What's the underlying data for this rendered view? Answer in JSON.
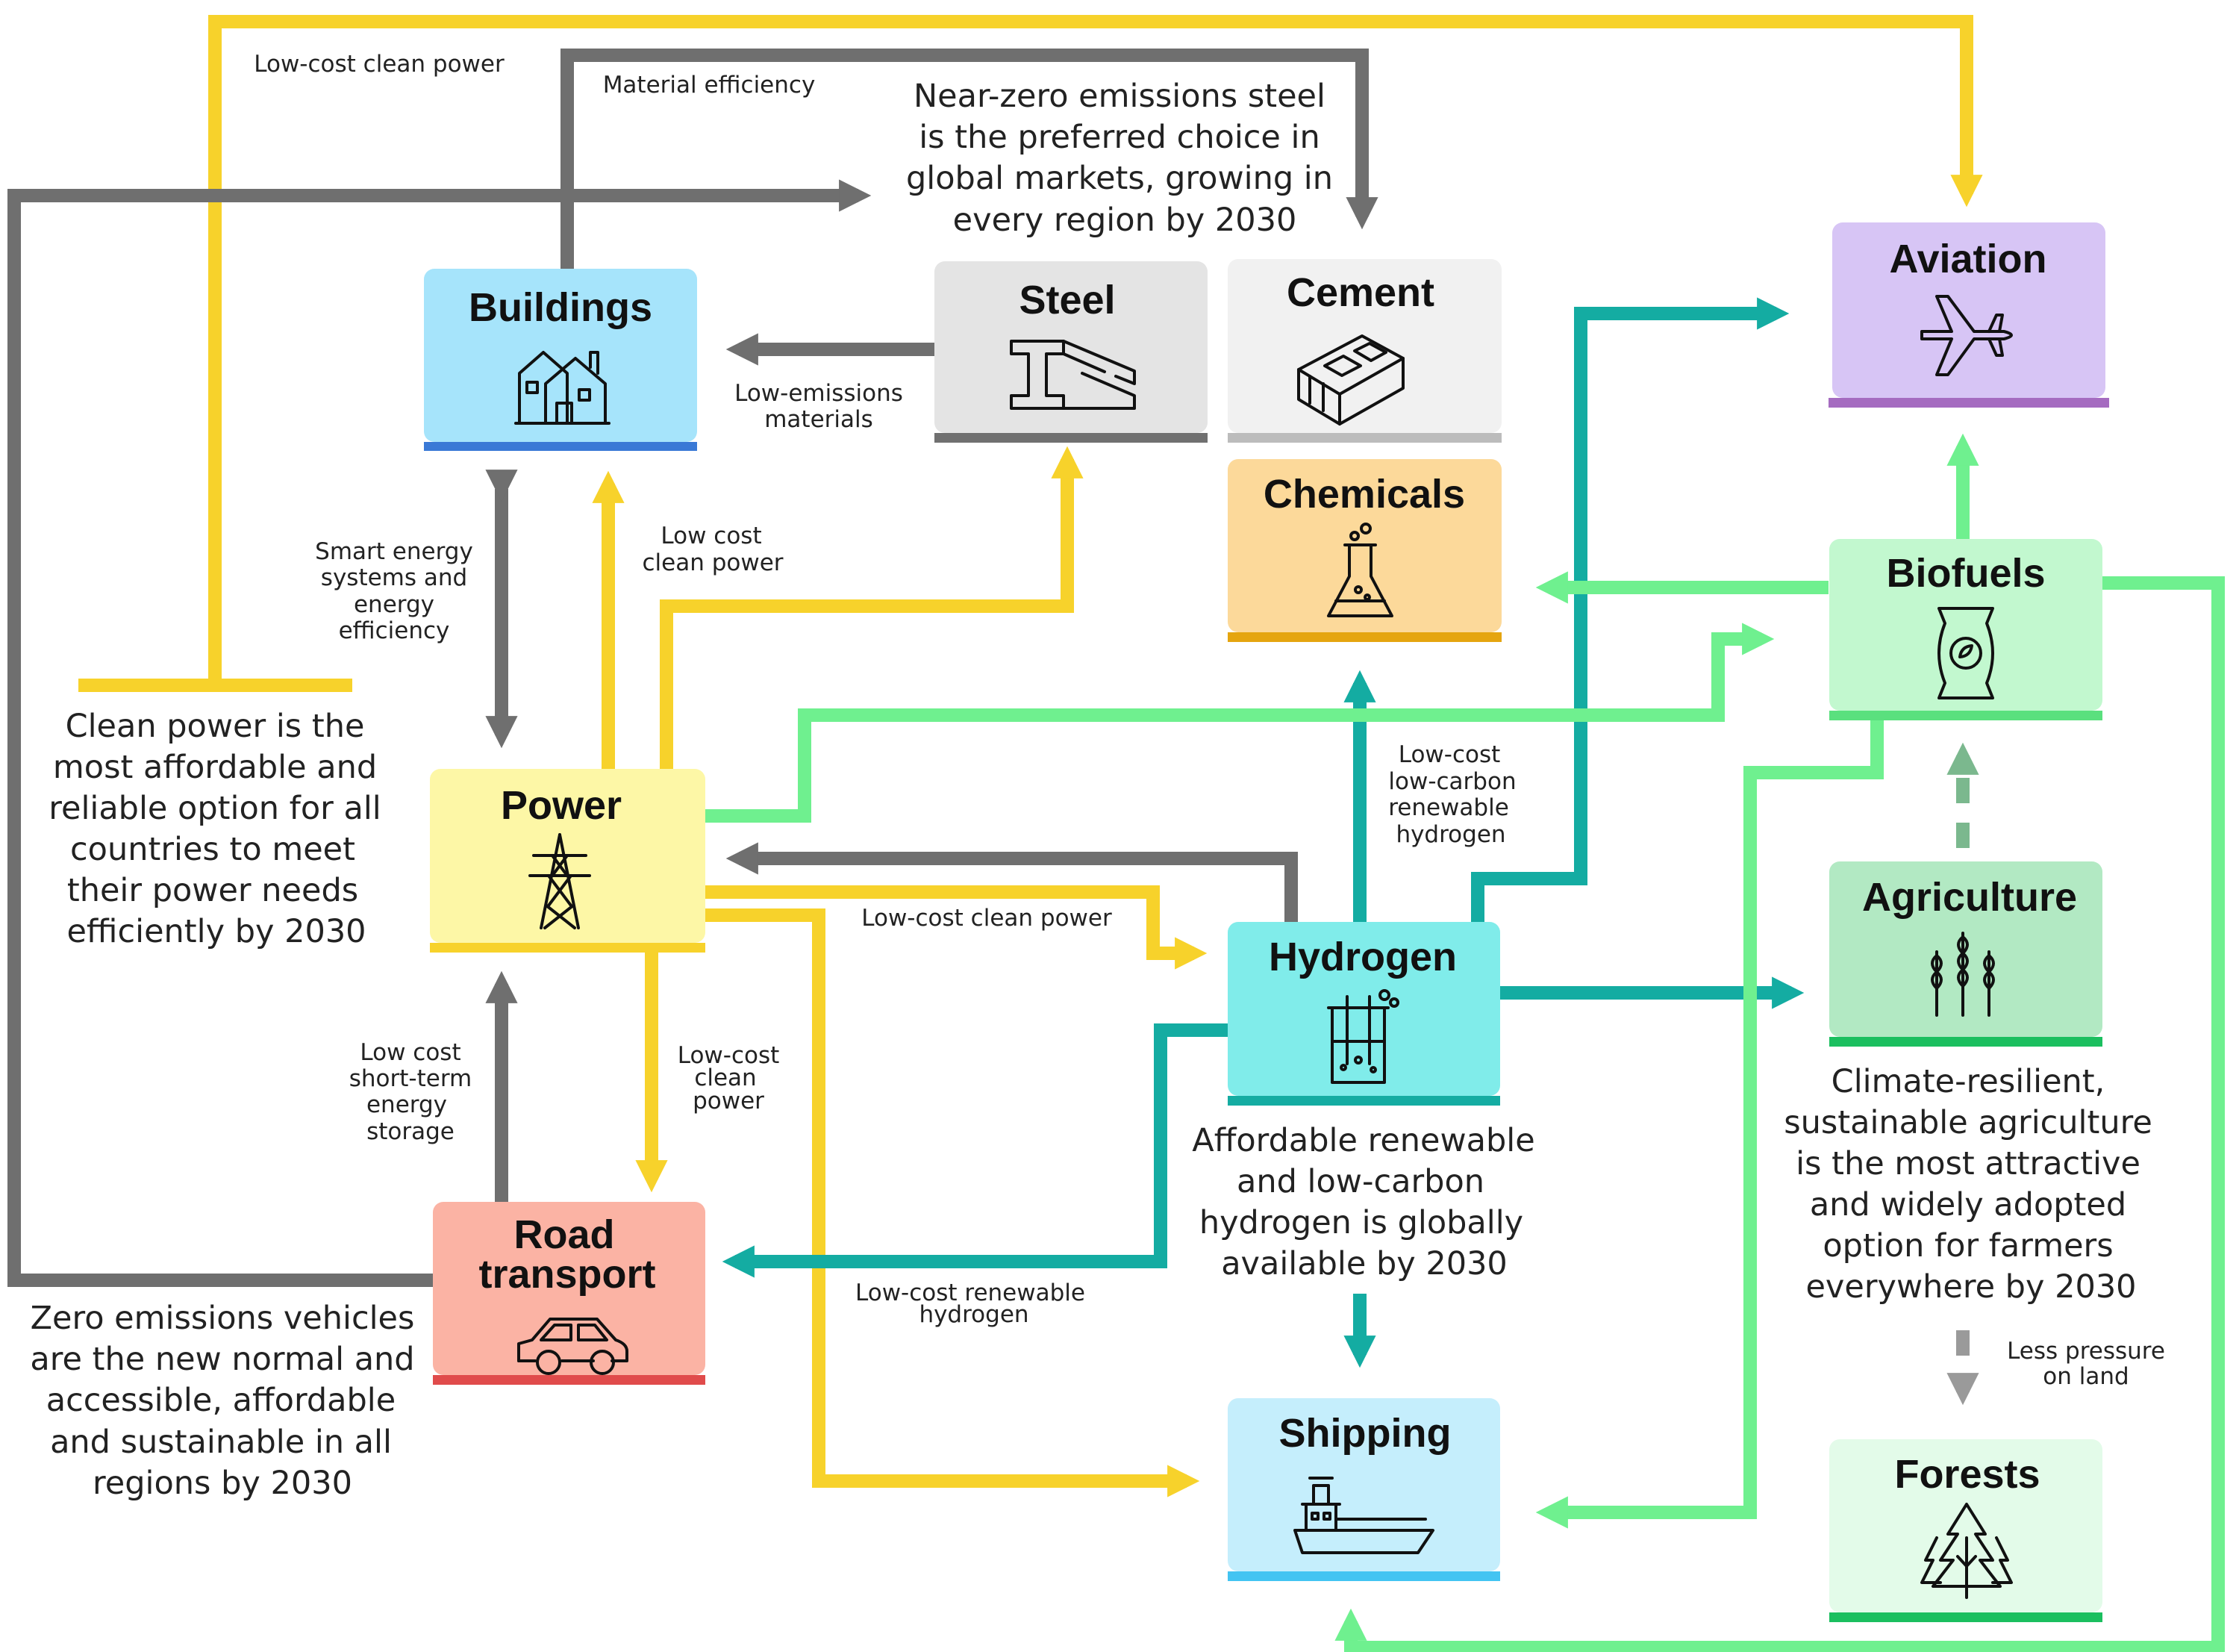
{
  "sectors": {
    "buildings": {
      "title": "Buildings",
      "icon": "houses-icon",
      "fill": "#a6e4fb",
      "bar": "#3a79d6"
    },
    "steel": {
      "title": "Steel",
      "icon": "steel-beam-icon",
      "fill": "#e4e4e4",
      "bar": "#707070"
    },
    "cement": {
      "title": "Cement",
      "icon": "cement-block-icon",
      "fill": "#f1f1f1",
      "bar": "#bcbcbc"
    },
    "chemicals": {
      "title": "Chemicals",
      "icon": "flask-icon",
      "fill": "#fcd99a",
      "bar": "#e5a50f"
    },
    "aviation": {
      "title": "Aviation",
      "icon": "airplane-icon",
      "fill": "#d7c5f5",
      "bar": "#a56bc0"
    },
    "biofuels": {
      "title": "Biofuels",
      "icon": "seed-bag-icon",
      "fill": "#c2f8cf",
      "bar": "#5ae07e"
    },
    "power": {
      "title": "Power",
      "icon": "pylon-icon",
      "fill": "#fdf7a6",
      "bar": "#f7d22b"
    },
    "hydrogen": {
      "title": "Hydrogen",
      "icon": "beaker-icon",
      "fill": "#80ecea",
      "bar": "#14aca2"
    },
    "agriculture": {
      "title": "Agriculture",
      "icon": "wheat-icon",
      "fill": "#b2e9c3",
      "bar": "#1bbf5f"
    },
    "road_transport": {
      "title": [
        "Road",
        "transport"
      ],
      "icon": "car-icon",
      "fill": "#fbb3a4",
      "bar": "#e04b4b"
    },
    "shipping": {
      "title": "Shipping",
      "icon": "ship-icon",
      "fill": "#c5eefc",
      "bar": "#43c4f2"
    },
    "forests": {
      "title": "Forests",
      "icon": "trees-icon",
      "fill": "#e3fbe9",
      "bar": "#1bbf5f"
    }
  },
  "connection_colors": {
    "clean_power": "#f7d22b",
    "materials_energy": "#6f6f6f",
    "hydrogen": "#14aca2",
    "biofuels": "#6ff08f",
    "land": "#9a9a9a"
  },
  "edge_labels": {
    "low_cost_clean_power_top": [
      "Low-cost clean power"
    ],
    "material_efficiency": [
      "Material efficiency"
    ],
    "low_emissions_materials": [
      "Low-emissions",
      "materials"
    ],
    "smart_energy": [
      "Smart energy",
      "systems and",
      "energy",
      "efficiency"
    ],
    "low_cost_clean_power_steel": [
      "Low cost",
      "clean power"
    ],
    "low_cost_clean_power_hydrogen": [
      "Low-cost clean power"
    ],
    "low_cost_storage": [
      "Low cost",
      "short-term",
      "energy",
      "storage"
    ],
    "low_cost_clean_power_road": [
      "Low-cost",
      "clean",
      "power"
    ],
    "low_cost_renewable_hydrogen": [
      "Low-cost renewable",
      "hydrogen"
    ],
    "low_carbon_hydrogen": [
      "Low-cost",
      "low-carbon",
      "renewable",
      "hydrogen"
    ],
    "less_pressure_on_land": [
      "Less pressure",
      "on land"
    ]
  },
  "goals": {
    "steel": [
      "Near-zero emissions steel",
      "is the preferred choice in",
      "global markets, growing in",
      "every region by 2030"
    ],
    "power": [
      "Clean power is the",
      "most affordable and",
      "reliable option for all",
      "countries to meet",
      "their power needs",
      "efficiently by 2030"
    ],
    "road_transport": [
      "Zero emissions vehicles",
      "are the new normal and",
      "accessible, affordable",
      "and sustainable in all",
      "regions by 2030"
    ],
    "hydrogen": [
      "Affordable renewable",
      "and low-carbon",
      "hydrogen is globally",
      "available by 2030"
    ],
    "agriculture": [
      "Climate-resilient,",
      "sustainable agriculture",
      "is the most attractive",
      "and widely adopted",
      "option for farmers",
      "everywhere by 2030"
    ]
  }
}
